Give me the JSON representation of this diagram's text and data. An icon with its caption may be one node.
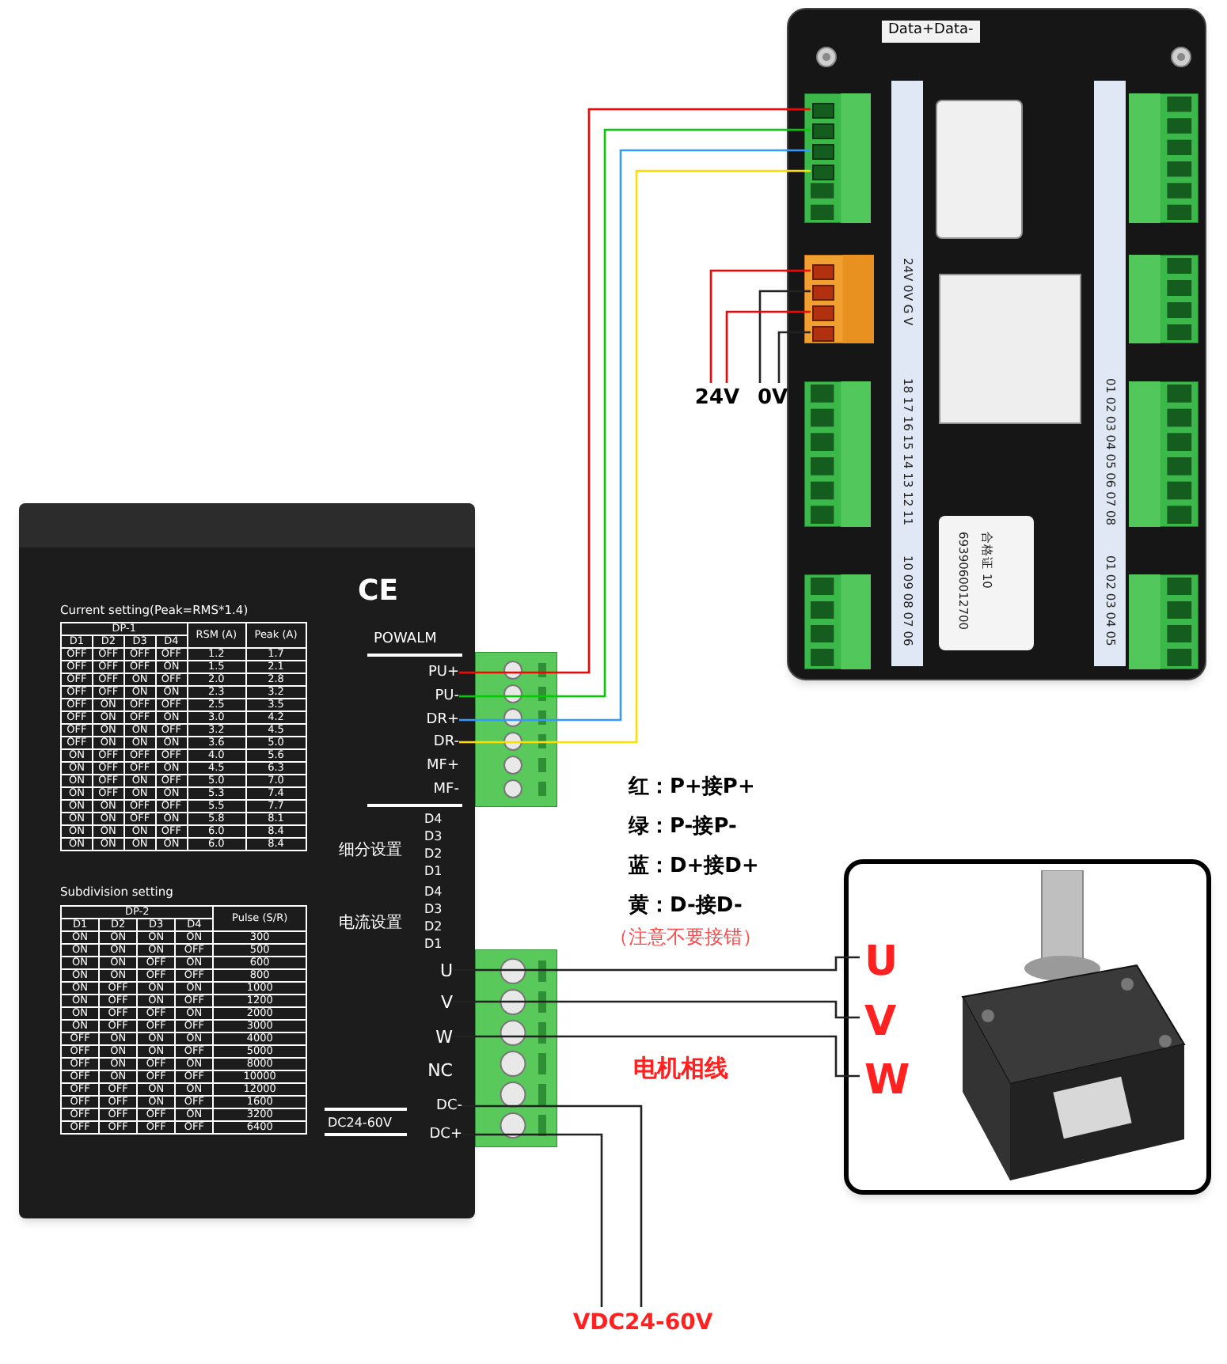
{
  "diagram": {
    "nodes": [
      {
        "text": [],
        "shape": "picture"
      },
      {
        "text": [
          "PU+"
        ],
        "in": 0
      },
      {
        "text": [
          "PU-"
        ],
        "in": 0
      },
      {
        "text": [
          "DR+"
        ],
        "in": 0
      },
      {
        "text": [
          "DR-"
        ],
        "in": 0
      },
      {
        "text": [
          "MF+"
        ],
        "in": 0
      },
      {
        "text": [
          "MF-"
        ],
        "in": 0
      },
      {
        "text": [
          "U"
        ],
        "in": 0
      },
      {
        "text": [
          "V"
        ],
        "in": 0
      },
      {
        "text": [
          "W"
        ],
        "in": 0
      },
      {
        "text": [
          "NC"
        ],
        "in": 0
      },
      {
        "text": [
          "DC-"
        ],
        "in": 0
      },
      {
        "text": [
          "DC+"
        ],
        "in": 0
      },
      {
        "text": [],
        "shape": "picture"
      },
      {
        "text": [],
        "shape": "box",
        "in": 13
      },
      {
        "text": [],
        "shape": "box",
        "in": 13
      },
      {
        "text": [],
        "shape": "box",
        "in": 13
      },
      {
        "text": [],
        "shape": "box",
        "in": 13
      },
      {
        "text": [],
        "shape": "box",
        "in": 13
      },
      {
        "text": [],
        "shape": "box",
        "in": 13
      },
      {
        "text": [],
        "shape": "box",
        "in": 13
      },
      {
        "text": [],
        "shape": "box",
        "in": 13
      },
      {
        "text": [
          "24V"
        ]
      },
      {
        "text": [
          "0V"
        ]
      },
      {
        "text": [],
        "shape": "picture"
      },
      {
        "text": [
          "U"
        ],
        "in": 24
      },
      {
        "text": [
          "V"
        ],
        "in": 24
      },
      {
        "text": [
          "W"
        ],
        "in": 24
      },
      {
        "text": [
          "VDC24-60V"
        ]
      },
      {
        "text": [],
        "shape": "box",
        "in": 13
      },
      {
        "text": [],
        "shape": "box",
        "in": 13
      }
    ],
    "edges": [
      {
        "from": 14,
        "to": 1,
        "arrow": "none",
        "color": "#ff0000"
      },
      {
        "from": 15,
        "to": 2,
        "arrow": "none",
        "color": "#00cc00"
      },
      {
        "from": 16,
        "to": 3,
        "arrow": "none",
        "color": "#3399ff"
      },
      {
        "from": 17,
        "to": 4,
        "arrow": "none",
        "color": "#ffdd00"
      },
      {
        "from": 18,
        "to": 22,
        "arrow": "none",
        "color": "#ff0000"
      },
      {
        "from": 19,
        "to": 23,
        "arrow": "none"
      },
      {
        "from": 20,
        "to": 22,
        "arrow": "none",
        "color": "#ff0000"
      },
      {
        "from": 21,
        "to": 23,
        "arrow": "none"
      },
      {
        "from": 7,
        "to": 25,
        "arrow": "none"
      },
      {
        "from": 8,
        "to": 26,
        "arrow": "none"
      },
      {
        "from": 9,
        "to": 27,
        "arrow": "none"
      },
      {
        "from": 11,
        "to": 28,
        "arrow": "none"
      },
      {
        "from": 12,
        "to": 28,
        "arrow": "none"
      }
    ],
    "labels": [
      "CE",
      "Current setting(Peak=RMS*1.4)",
      "DP-1",
      "RSM (A)",
      "Peak (A)",
      "D1",
      "D2",
      "D3",
      "D4",
      "OFF",
      "OFF",
      "OFF",
      "OFF",
      "1.2",
      "1.7",
      "OFF",
      "OFF",
      "OFF",
      "ON",
      "1.5",
      "2.1",
      "OFF",
      "OFF",
      "ON",
      "OFF",
      "2.0",
      "2.8",
      "OFF",
      "OFF",
      "ON",
      "ON",
      "2.3",
      "3.2",
      "OFF",
      "ON",
      "OFF",
      "OFF",
      "2.5",
      "3.5",
      "OFF",
      "ON",
      "OFF",
      "ON",
      "3.0",
      "4.2",
      "OFF",
      "ON",
      "ON",
      "OFF",
      "3.2",
      "4.5",
      "OFF",
      "ON",
      "ON",
      "ON",
      "3.6",
      "5.0",
      "ON",
      "OFF",
      "OFF",
      "OFF",
      "4.0",
      "5.6",
      "ON",
      "OFF",
      "OFF",
      "ON",
      "4.5",
      "6.3",
      "ON",
      "OFF",
      "ON",
      "OFF",
      "5.0",
      "7.0",
      "ON",
      "OFF",
      "ON",
      "ON",
      "5.3",
      "7.4",
      "ON",
      "ON",
      "OFF",
      "OFF",
      "5.5",
      "7.7",
      "ON",
      "ON",
      "OFF",
      "ON",
      "5.8",
      "8.1",
      "ON",
      "ON",
      "ON",
      "OFF",
      "6.0",
      "8.4",
      "ON",
      "ON",
      "ON",
      "ON",
      "6.0",
      "8.4",
      "Subdivision setting",
      "DP-2",
      "Pulse (S/R)",
      "D1",
      "D2",
      "D3",
      "D4",
      "ON",
      "ON",
      "ON",
      "ON",
      "300",
      "ON",
      "ON",
      "ON",
      "OFF",
      "500",
      "ON",
      "ON",
      "OFF",
      "ON",
      "600",
      "ON",
      "ON",
      "OFF",
      "OFF",
      "800",
      "ON",
      "OFF",
      "ON",
      "ON",
      "1000",
      "ON",
      "OFF",
      "ON",
      "OFF",
      "1200",
      "ON",
      "OFF",
      "OFF",
      "ON",
      "2000",
      "ON",
      "OFF",
      "OFF",
      "OFF",
      "3000",
      "OFF",
      "ON",
      "ON",
      "ON",
      "4000",
      "OFF",
      "ON",
      "ON",
      "OFF",
      "5000",
      "OFF",
      "ON",
      "OFF",
      "ON",
      "8000",
      "OFF",
      "ON",
      "OFF",
      "OFF",
      "10000",
      "OFF",
      "OFF",
      "ON",
      "ON",
      "12000",
      "OFF",
      "OFF",
      "ON",
      "OFF",
      "1600",
      "OFF",
      "OFF",
      "OFF",
      "ON",
      "3200",
      "OFF",
      "OFF",
      "OFF",
      "OFF",
      "6400",
      "POWALM",
      "细分设置",
      "D4",
      "D3",
      "D2",
      "D1",
      "电流设置",
      "D4",
      "D3",
      "D2",
      "D1",
      "DC24-60V",
      "Data+Data-",
      "24V 0V G V",
      "18 17 16 15 14 13 12 11",
      "10 09 08 07 06",
      "01 02 03 04 05 06 07 08",
      "01 02 03 04 05",
      "合格证 10",
      "6939060012700",
      "红：P+接P+",
      "绿：P-接P-",
      "蓝：D+接D+",
      "黄：D-接D-",
      "（注意不要接错）",
      "电机相线"
    ]
  }
}
